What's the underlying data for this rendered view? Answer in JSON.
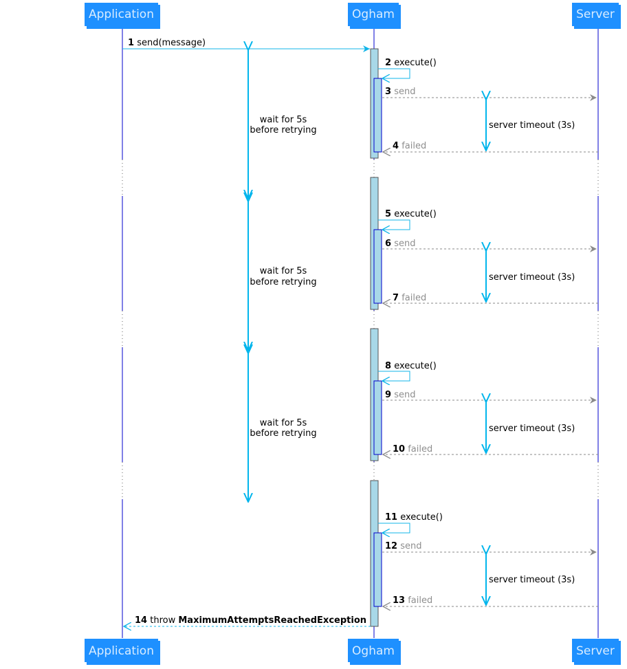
{
  "participants": {
    "application": "Application",
    "ogham": "Ogham",
    "server": "Server"
  },
  "messages": {
    "m1": {
      "num": "1",
      "text": "send(message)"
    },
    "m2": {
      "num": "2",
      "text": "execute()"
    },
    "m3": {
      "num": "3",
      "text": "send"
    },
    "m4": {
      "num": "4",
      "text": "failed"
    },
    "m5": {
      "num": "5",
      "text": "execute()"
    },
    "m6": {
      "num": "6",
      "text": "send"
    },
    "m7": {
      "num": "7",
      "text": "failed"
    },
    "m8": {
      "num": "8",
      "text": "execute()"
    },
    "m9": {
      "num": "9",
      "text": "send"
    },
    "m10": {
      "num": "10",
      "text": "failed"
    },
    "m11": {
      "num": "11",
      "text": "execute()"
    },
    "m12": {
      "num": "12",
      "text": "send"
    },
    "m13": {
      "num": "13",
      "text": "failed"
    },
    "m14": {
      "num": "14",
      "text_pre": "throw ",
      "text_strong": "MaximumAttemptsReachedException"
    }
  },
  "durations": {
    "wait": {
      "line1": "wait for 5s",
      "line2": "before retrying"
    },
    "server_timeout": "server timeout (3s)"
  },
  "colors": {
    "participant_fill": "#1e90ff",
    "lifeline": "#0000cc",
    "activation": "#a8d8e8",
    "message": "#10b4e8",
    "reply": "#8a8a8a",
    "duration": "#00b5ec"
  }
}
